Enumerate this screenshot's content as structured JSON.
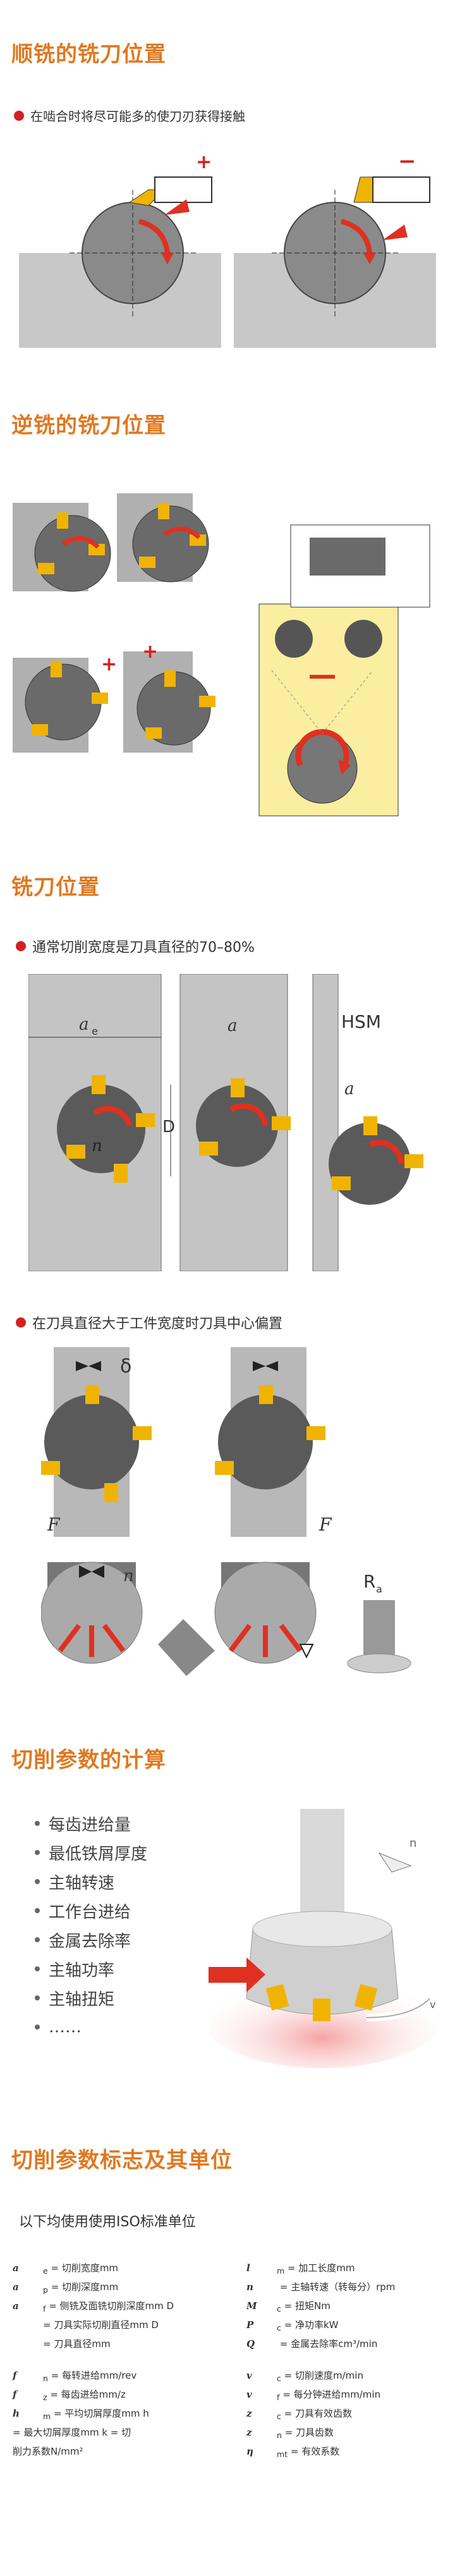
{
  "sections": {
    "s1": {
      "title": "顺铣的铣刀位置",
      "bullet": "在啮合时将尽可能多的使刀刃获得接触",
      "plus": "+",
      "minus": "−"
    },
    "s2": {
      "title": "逆铣的铣刀位置"
    },
    "s3": {
      "title": "铣刀位置",
      "bullet": "通常切削宽度是刀具直径的70–80%",
      "hsm": "HSM",
      "ae": "a",
      "ae_sub": "e",
      "D": "D",
      "n": "n"
    },
    "s4": {
      "bullet": "在刀具直径大于工件宽度时刀具中心偏置",
      "delta": "δ",
      "F": "F",
      "n": "n",
      "Ra": "R",
      "Ra_sub": "a"
    },
    "s5": {
      "title": "切削参数的计算",
      "items": [
        "每齿进给量",
        "最低铁屑厚度",
        "主轴转速",
        "工作台进给",
        "金属去除率",
        "主轴功率",
        "主轴扭矩",
        "……"
      ],
      "n_label": "n",
      "vc_label": "v"
    },
    "s6": {
      "title": "切削参数标志及其单位",
      "intro": "以下均使用使用ISO标准单位"
    }
  },
  "params_left": [
    {
      "sym": "a",
      "sub": "e",
      "text": "= 切削宽度mm"
    },
    {
      "sym": "a",
      "sub": "p",
      "text": "= 切削深度mm"
    },
    {
      "sym": "a",
      "sub": "f",
      "text": "= 侧铣及面铣切削深度mm D"
    },
    {
      "sym": "",
      "sub": "",
      "text": "= 刀具实际切削直径mm D"
    },
    {
      "sym": "",
      "sub": "",
      "text": "= 刀具直径mm"
    },
    {
      "sym": "f",
      "sub": "n",
      "text": "= 每转进给mm/rev"
    },
    {
      "sym": "f",
      "sub": "z",
      "text": "= 每齿进给mm/z"
    },
    {
      "sym": "h",
      "sub": "m",
      "text": "= 平均切屑厚度mm h"
    },
    {
      "sym": "",
      "sub": "",
      "text": "= 最大切屑厚度mm k  = 切"
    },
    {
      "sym": "",
      "sub": "",
      "text": "削力系数N/mm²"
    }
  ],
  "params_right": [
    {
      "sym": "l",
      "sub": "m",
      "text": "= 加工长度mm"
    },
    {
      "sym": "n",
      "sub": "",
      "text": "= 主轴转速（转每分）rpm"
    },
    {
      "sym": "M",
      "sub": "c",
      "text": "= 扭矩Nm"
    },
    {
      "sym": "P",
      "sub": "c",
      "text": "= 净功率kW"
    },
    {
      "sym": "Q",
      "sub": "",
      "text": "= 金属去除率cm³/min"
    },
    {
      "sym": "v",
      "sub": "c",
      "text": "= 切削速度m/min"
    },
    {
      "sym": "v",
      "sub": "f",
      "text": "= 每分钟进给mm/min"
    },
    {
      "sym": "z",
      "sub": "c",
      "text": "= 刀具有效齿数"
    },
    {
      "sym": "z",
      "sub": "n",
      "text": "= 刀具齿数"
    },
    {
      "sym": "η",
      "sub": "mt",
      "text": "= 有效系数"
    }
  ],
  "colors": {
    "accent": "#e07820",
    "bullet": "#d42020",
    "insert": "#f0b400",
    "arrow": "#e03020",
    "tool": "#5a5a5a"
  }
}
